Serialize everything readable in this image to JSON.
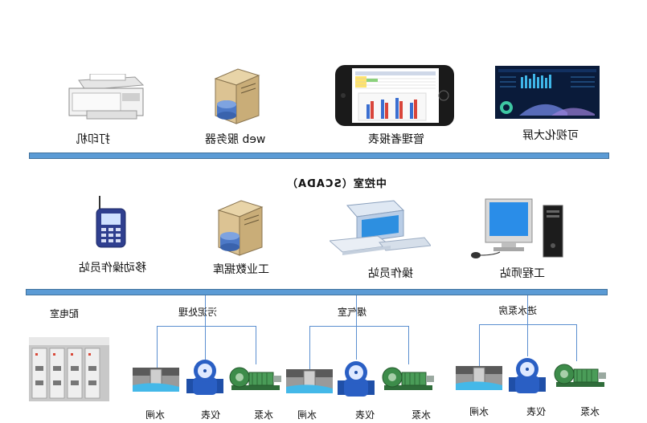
{
  "control_room_title": "中控室（SCADA）",
  "top_devices": [
    {
      "label": "打印机"
    },
    {
      "label": "web 服务器"
    },
    {
      "label": "管理者报表"
    },
    {
      "label": "可视化大屏"
    }
  ],
  "mid_devices": [
    {
      "label": "移动操作员站"
    },
    {
      "label": "工业数据库"
    },
    {
      "label": "操作员站"
    },
    {
      "label": "工程师站"
    }
  ],
  "stations": [
    {
      "label": "配电室"
    },
    {
      "label": "污泥处理",
      "items": [
        "水闸",
        "仪表",
        "水泵"
      ]
    },
    {
      "label": "爆气室",
      "items": [
        "水闸",
        "仪表",
        "水泵"
      ]
    },
    {
      "label": "进水泵房",
      "items": [
        "水闸",
        "仪表",
        "水泵"
      ]
    }
  ],
  "colors": {
    "bus": "#5b9bd5",
    "connector": "#5b8fd0"
  }
}
